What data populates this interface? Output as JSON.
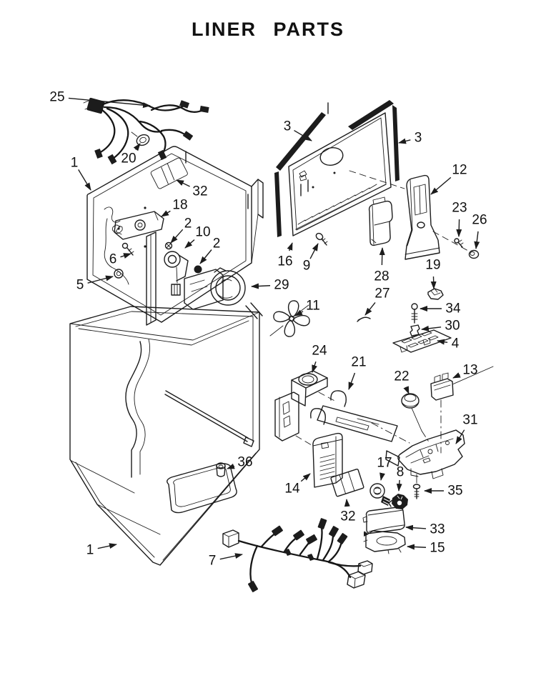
{
  "title": "LINER PARTS",
  "colors": {
    "ink": "#1c1c1c",
    "background": "#ffffff"
  },
  "figure": {
    "type": "exploded-parts-diagram"
  },
  "callouts": [
    {
      "n": "25",
      "label": [
        80,
        136
      ],
      "target": [
        210,
        148
      ]
    },
    {
      "n": "20",
      "label": [
        180,
        222
      ],
      "target": [
        196,
        201
      ]
    },
    {
      "n": "1",
      "label": [
        104,
        228
      ],
      "target": [
        127,
        266
      ]
    },
    {
      "n": "32",
      "label": [
        280,
        268
      ],
      "target": [
        247,
        252
      ]
    },
    {
      "n": "18",
      "label": [
        252,
        287
      ],
      "target": [
        226,
        303
      ]
    },
    {
      "n": "2",
      "label": [
        263,
        313
      ],
      "target": [
        239,
        340
      ]
    },
    {
      "n": "10",
      "label": [
        284,
        325
      ],
      "target": [
        259,
        347
      ]
    },
    {
      "n": "2",
      "label": [
        303,
        341
      ],
      "target": [
        280,
        369
      ]
    },
    {
      "n": "6",
      "label": [
        158,
        363
      ],
      "target": [
        183,
        355
      ]
    },
    {
      "n": "5",
      "label": [
        112,
        399
      ],
      "target": [
        158,
        387
      ]
    },
    {
      "n": "29",
      "label": [
        394,
        399
      ],
      "target": [
        352,
        401
      ]
    },
    {
      "n": "11",
      "label": [
        438,
        428
      ],
      "target": [
        413,
        442
      ]
    },
    {
      "n": "3",
      "label": [
        402,
        177
      ],
      "target": [
        436,
        197
      ]
    },
    {
      "n": "3",
      "label": [
        585,
        193
      ],
      "target": [
        558,
        200
      ]
    },
    {
      "n": "12",
      "label": [
        643,
        238
      ],
      "target": [
        603,
        272
      ]
    },
    {
      "n": "23",
      "label": [
        643,
        291
      ],
      "target": [
        642,
        331
      ]
    },
    {
      "n": "26",
      "label": [
        671,
        308
      ],
      "target": [
        666,
        348
      ]
    },
    {
      "n": "16",
      "label": [
        399,
        366
      ],
      "target": [
        409,
        340
      ]
    },
    {
      "n": "9",
      "label": [
        429,
        372
      ],
      "target": [
        445,
        341
      ]
    },
    {
      "n": "28",
      "label": [
        534,
        387
      ],
      "target": [
        535,
        347
      ]
    },
    {
      "n": "27",
      "label": [
        535,
        411
      ],
      "target": [
        511,
        441
      ]
    },
    {
      "n": "19",
      "label": [
        606,
        371
      ],
      "target": [
        607,
        404
      ]
    },
    {
      "n": "34",
      "label": [
        634,
        432
      ],
      "target": [
        588,
        432
      ]
    },
    {
      "n": "30",
      "label": [
        633,
        456
      ],
      "target": [
        590,
        461
      ]
    },
    {
      "n": "4",
      "label": [
        637,
        481
      ],
      "target": [
        612,
        477
      ]
    },
    {
      "n": "24",
      "label": [
        447,
        491
      ],
      "target": [
        437,
        521
      ]
    },
    {
      "n": "21",
      "label": [
        502,
        507
      ],
      "target": [
        488,
        545
      ]
    },
    {
      "n": "22",
      "label": [
        562,
        527
      ],
      "target": [
        572,
        551
      ]
    },
    {
      "n": "13",
      "label": [
        658,
        518
      ],
      "target": [
        634,
        529
      ]
    },
    {
      "n": "31",
      "label": [
        658,
        588
      ],
      "target": [
        638,
        621
      ]
    },
    {
      "n": "17",
      "label": [
        538,
        648
      ],
      "target": [
        533,
        672
      ]
    },
    {
      "n": "8",
      "label": [
        560,
        661
      ],
      "target": [
        558,
        687
      ]
    },
    {
      "n": "35",
      "label": [
        637,
        687
      ],
      "target": [
        594,
        687
      ]
    },
    {
      "n": "33",
      "label": [
        612,
        741
      ],
      "target": [
        568,
        738
      ]
    },
    {
      "n": "15",
      "label": [
        612,
        767
      ],
      "target": [
        570,
        765
      ]
    },
    {
      "n": "14",
      "label": [
        409,
        684
      ],
      "target": [
        434,
        663
      ]
    },
    {
      "n": "32",
      "label": [
        487,
        723
      ],
      "target": [
        485,
        699
      ]
    },
    {
      "n": "36",
      "label": [
        343,
        647
      ],
      "target": [
        318,
        656
      ]
    },
    {
      "n": "1",
      "label": [
        126,
        770
      ],
      "target": [
        163,
        762
      ]
    },
    {
      "n": "7",
      "label": [
        297,
        785
      ],
      "target": [
        339,
        776
      ]
    }
  ]
}
